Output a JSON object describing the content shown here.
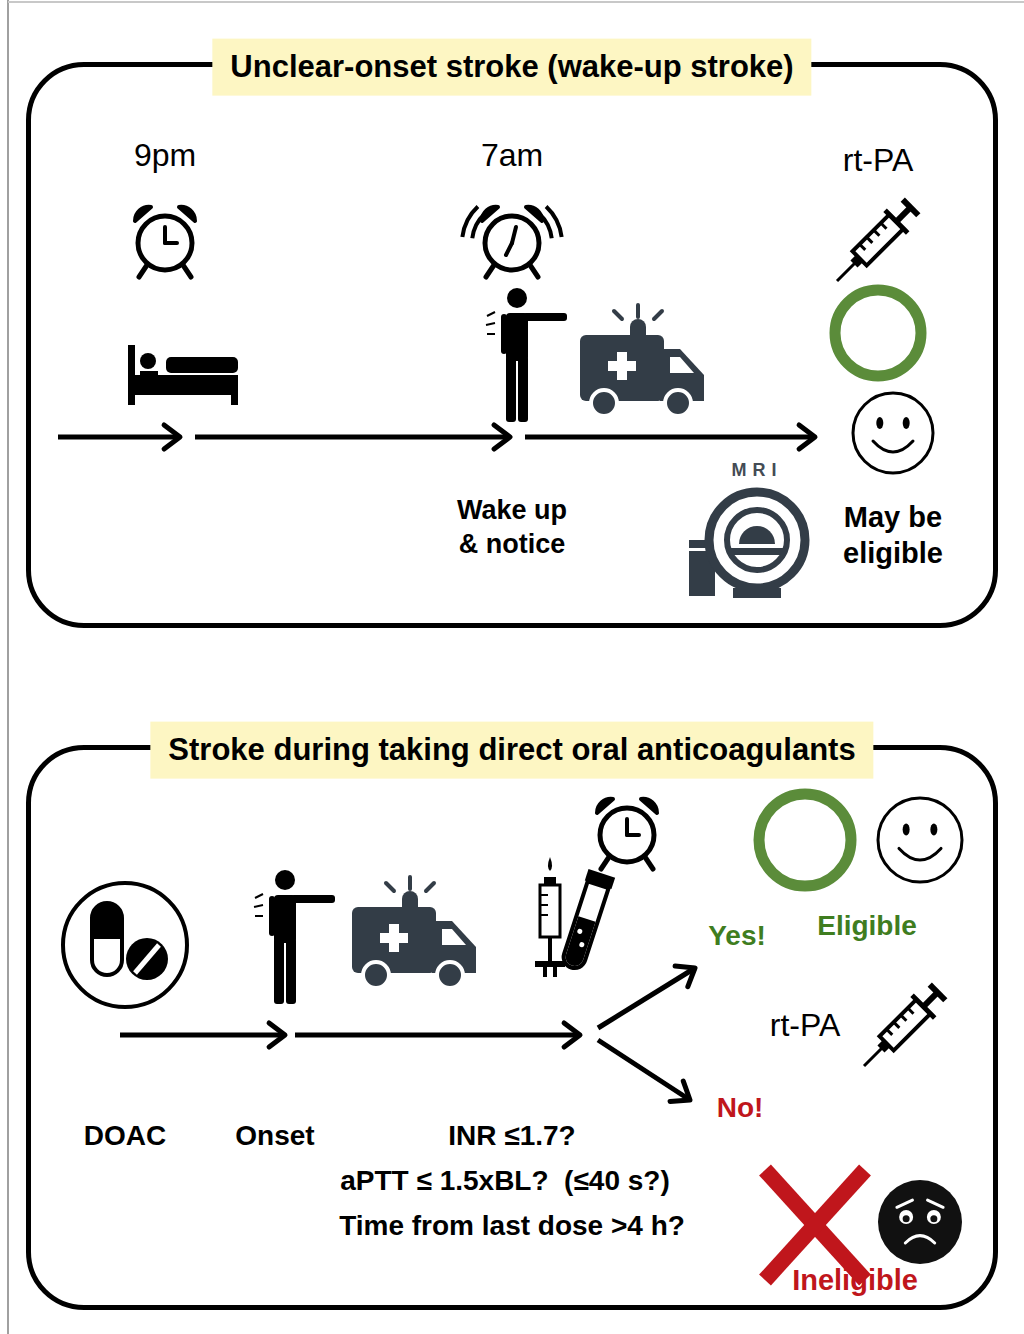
{
  "diagram": {
    "nodes": [
      {
        "text": [
          "Unclear-onset stroke (wake-up stroke)"
        ]
      },
      {
        "text": [
          "Stroke during taking direct oral anticoagulants"
        ]
      }
    ],
    "labels": [
      "9pm",
      "7am",
      "rt-PA",
      "Wake up & notice",
      "MRI",
      "May be eligible",
      "DOAC",
      "Onset",
      "INR ≤1.7?",
      "aPTT ≤ 1.5xBL?  (≤40 s?)",
      "Time from last dose >4 h?",
      "Yes!",
      "Eligible",
      "rt-PA",
      "No!",
      "Ineligible"
    ]
  }
}
